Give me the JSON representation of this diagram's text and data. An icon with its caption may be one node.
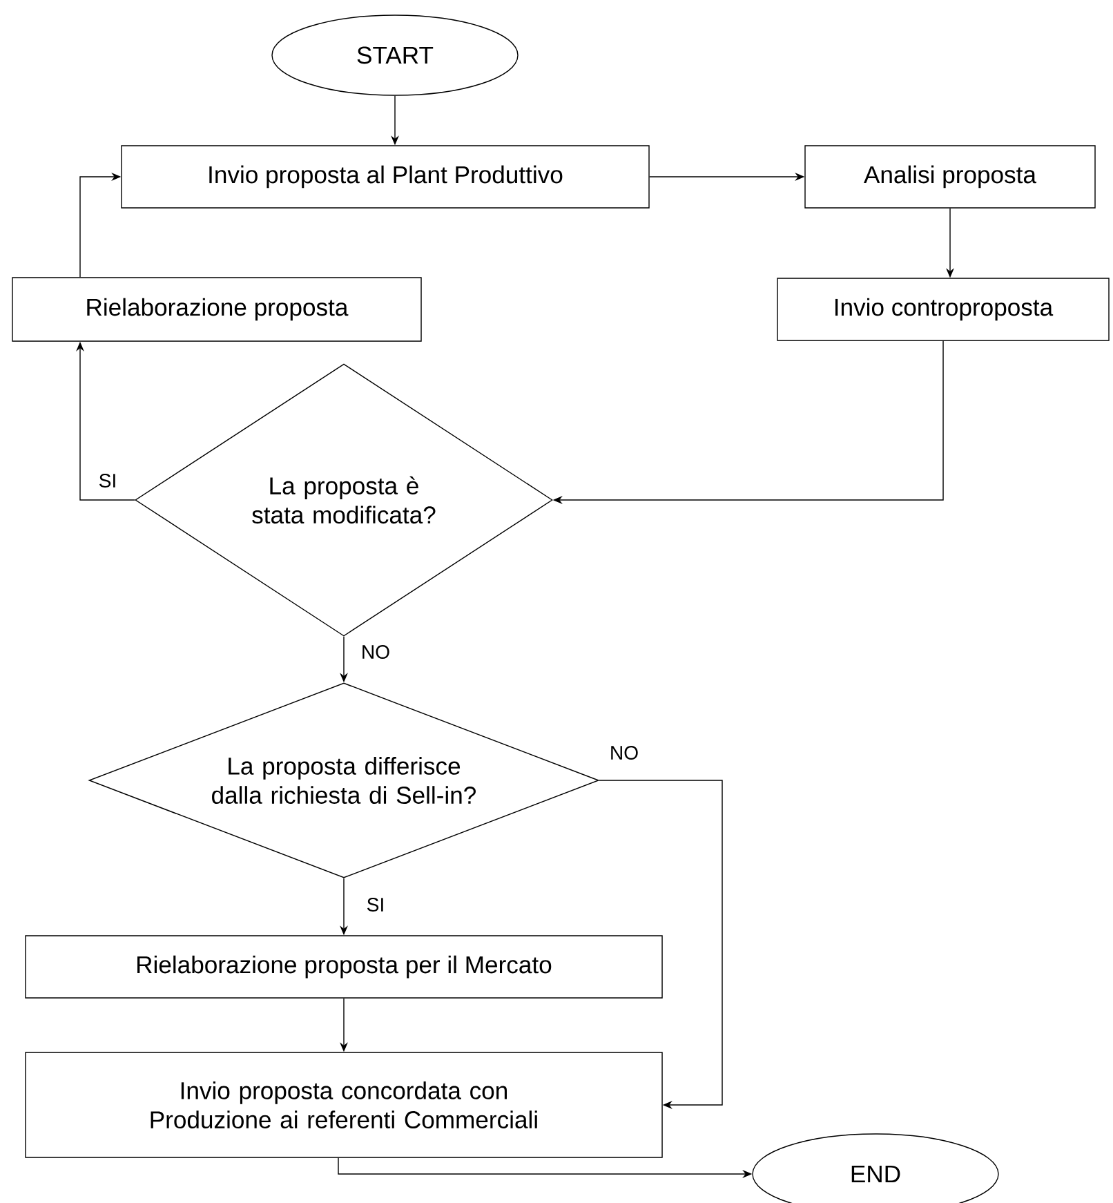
{
  "diagram": {
    "nodes": [
      {
        "text": [
          "START"
        ]
      },
      {
        "text": [
          "Invio proposta al Plant Produttivo"
        ]
      },
      {
        "text": [
          "Analisi proposta"
        ]
      },
      {
        "text": [
          "Invio controproposta"
        ]
      },
      {
        "text": [
          "Rielaborazione proposta"
        ]
      },
      {
        "text": [
          "La proposta è stata modificata?"
        ]
      },
      {
        "text": [
          "La proposta differisce dalla richiesta di Sell-in?"
        ]
      },
      {
        "text": [
          "Rielaborazione proposta per il Mercato"
        ]
      },
      {
        "text": [
          "Invio proposta concordata con Produzione ai referenti Commerciali"
        ]
      },
      {
        "text": [
          "END"
        ]
      }
    ],
    "edges": [
      {
        "from": 0,
        "to": 1,
        "arrow": "to"
      },
      {
        "from": 1,
        "to": 2,
        "arrow": "to"
      },
      {
        "from": 2,
        "to": 3,
        "arrow": "to"
      },
      {
        "from": 3,
        "to": 5,
        "arrow": "to"
      },
      {
        "from": 5,
        "to": 4,
        "arrow": "to",
        "label": "SI"
      },
      {
        "from": 4,
        "to": 1,
        "arrow": "to"
      },
      {
        "from": 5,
        "to": 6,
        "arrow": "to",
        "label": "NO"
      },
      {
        "from": 6,
        "to": 8,
        "arrow": "to",
        "label": "NO"
      },
      {
        "from": 6,
        "to": 7,
        "arrow": "to",
        "label": "SI"
      },
      {
        "from": 7,
        "to": 8,
        "arrow": "to"
      },
      {
        "from": 8,
        "to": 9,
        "arrow": "to"
      }
    ]
  }
}
